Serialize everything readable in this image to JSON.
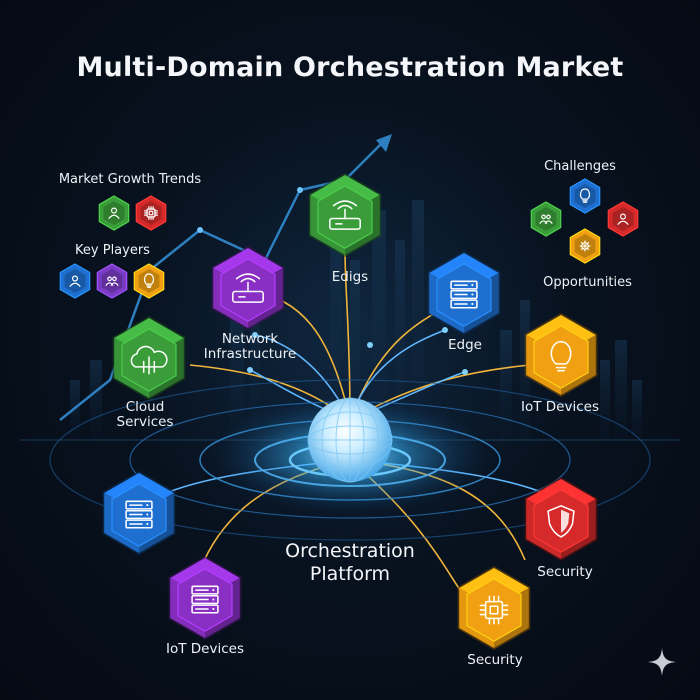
{
  "title": "Multi-Domain Orchestration Market",
  "center": {
    "label_line1": "Orchestration",
    "label_line2": "Platform"
  },
  "left_panel": {
    "market_growth_trends": "Market Growth Trends",
    "key_players": "Key Players"
  },
  "right_panel": {
    "challenges": "Challenges",
    "opportunities": "Opportunities"
  },
  "nodes": {
    "edigs": {
      "label": "Edigs",
      "color": "#3a9d3a",
      "icon": "router-icon"
    },
    "network": {
      "label_line1": "Network",
      "label_line2": "Infrastructure",
      "color": "#8a2fc4",
      "icon": "router-icon"
    },
    "edge": {
      "label": "Edge",
      "color": "#1e6fd0",
      "icon": "server-icon"
    },
    "cloud": {
      "label_line1": "Cloud",
      "label_line2": "Services",
      "color": "#3a9d3a",
      "icon": "cloud-icon"
    },
    "iot_right": {
      "label": "IoT Devices",
      "color": "#f0a010",
      "icon": "lightbulb-icon"
    },
    "blue_left": {
      "color": "#1e6fd0",
      "icon": "server-stack-icon"
    },
    "iot_left": {
      "label": "IoT Devices",
      "color": "#8a2fc4",
      "icon": "server-stack-icon"
    },
    "security_red": {
      "label": "Security",
      "color": "#d62a2a",
      "icon": "shield-icon"
    },
    "security_orange": {
      "label": "Security",
      "color": "#f0a010",
      "icon": "chip-icon"
    }
  },
  "mini_icons": {
    "growth": [
      {
        "color": "#3a9d3a",
        "icon": "person-icon"
      },
      {
        "color": "#d62a2a",
        "icon": "chip-icon"
      }
    ],
    "players": [
      {
        "color": "#1e6fd0",
        "icon": "person-icon"
      },
      {
        "color": "#7a3cc4",
        "icon": "people-icon"
      },
      {
        "color": "#f0a010",
        "icon": "lightbulb-icon"
      }
    ],
    "challenges": [
      {
        "color": "#1e6fd0",
        "icon": "lightbulb-icon"
      },
      {
        "color": "#3a9d3a",
        "icon": "group-icon"
      },
      {
        "color": "#d62a2a",
        "icon": "person-icon"
      },
      {
        "color": "#f0a010",
        "icon": "gear-icon"
      }
    ]
  }
}
